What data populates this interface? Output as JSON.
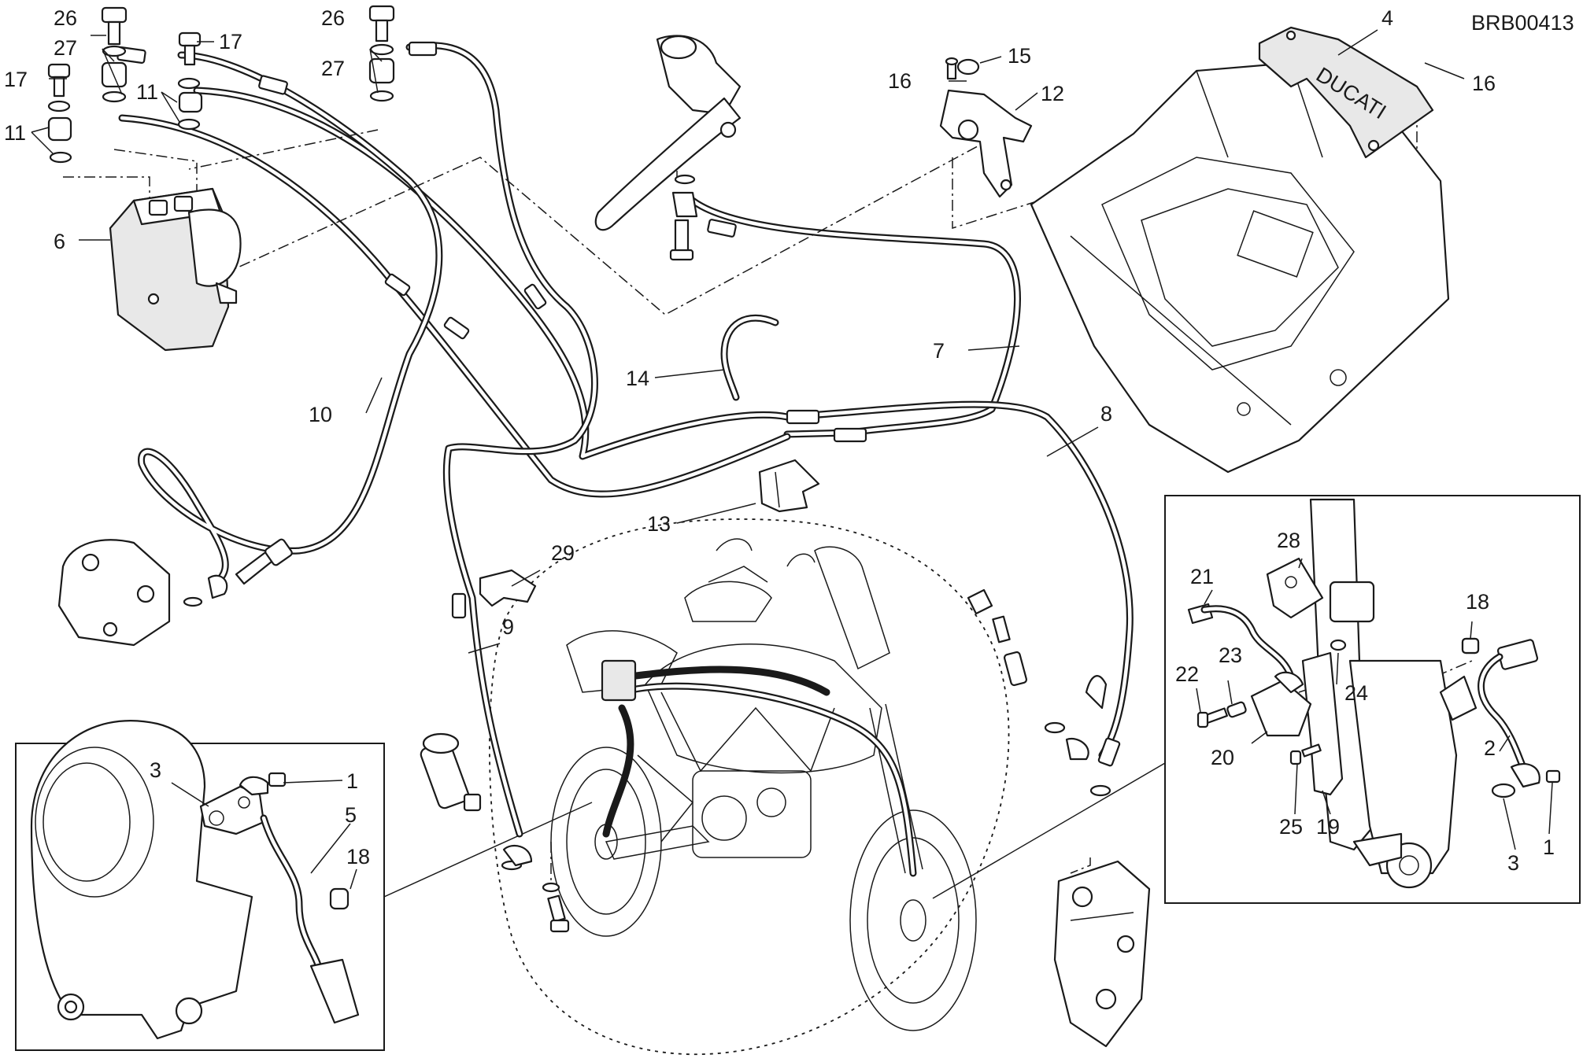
{
  "drawing_code": "BRB00413",
  "callouts": {
    "c1a": "1",
    "c1b": "1",
    "c2": "2",
    "c3a": "3",
    "c3b": "3",
    "c4": "4",
    "c5": "5",
    "c6": "6",
    "c7": "7",
    "c8": "8",
    "c9": "9",
    "c10": "10",
    "c11a": "11",
    "c11b": "11",
    "c12": "12",
    "c13": "13",
    "c14": "14",
    "c15": "15",
    "c16a": "16",
    "c16b": "16",
    "c17a": "17",
    "c17b": "17",
    "c18a": "18",
    "c18b": "18",
    "c19": "19",
    "c20": "20",
    "c21": "21",
    "c22": "22",
    "c23": "23",
    "c24": "24",
    "c25": "25",
    "c26a": "26",
    "c26b": "26",
    "c27a": "27",
    "c27b": "27",
    "c28": "28",
    "c29": "29"
  },
  "brand_mark": "DUCATI"
}
